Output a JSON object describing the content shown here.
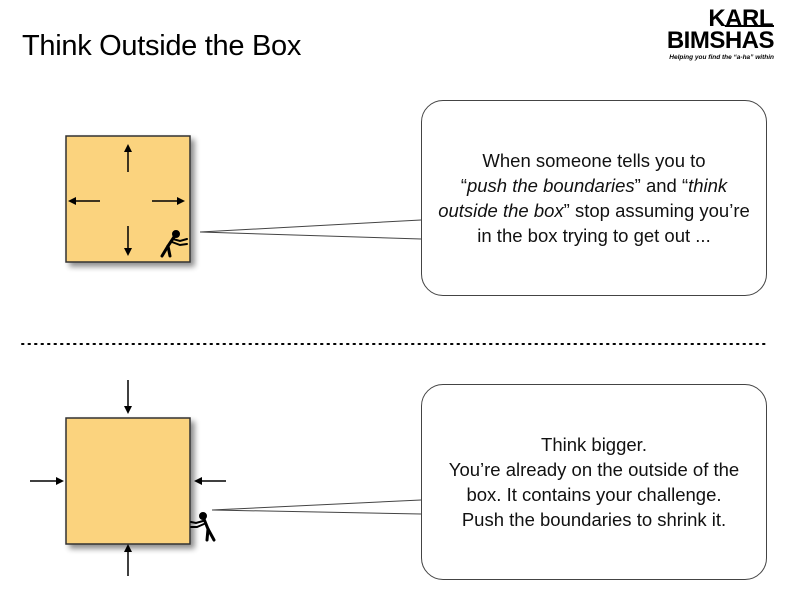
{
  "slide": {
    "title": "Think Outside the Box",
    "colors": {
      "box_fill": "#fbd37e",
      "box_border": "#333333",
      "accent": "#000000"
    }
  },
  "logo": {
    "line1": "KARL",
    "line2_a": "BIMS",
    "line2_b": "HAS",
    "tagline": "Helping you find the “a-ha” within"
  },
  "panels": [
    {
      "text": [
        {
          "t": "When someone tells you to",
          "italic": false
        },
        {
          "t": "“",
          "italic": false
        },
        {
          "t": "push the boundaries",
          "italic": true
        },
        {
          "t": "” and “",
          "italic": false
        },
        {
          "t": "think outside the box",
          "italic": true
        },
        {
          "t": "” stop assuming you’re in the box trying to get out ...",
          "italic": false
        }
      ]
    },
    {
      "text_lines": [
        "Think bigger.",
        "You’re already on the outside of the",
        "box. It contains your challenge.",
        "Push the boundaries to shrink it."
      ]
    }
  ],
  "icons": [
    "arrow-up-icon",
    "arrow-down-icon",
    "arrow-left-icon",
    "arrow-right-icon",
    "pushing-person-icon",
    "dotted-divider"
  ]
}
